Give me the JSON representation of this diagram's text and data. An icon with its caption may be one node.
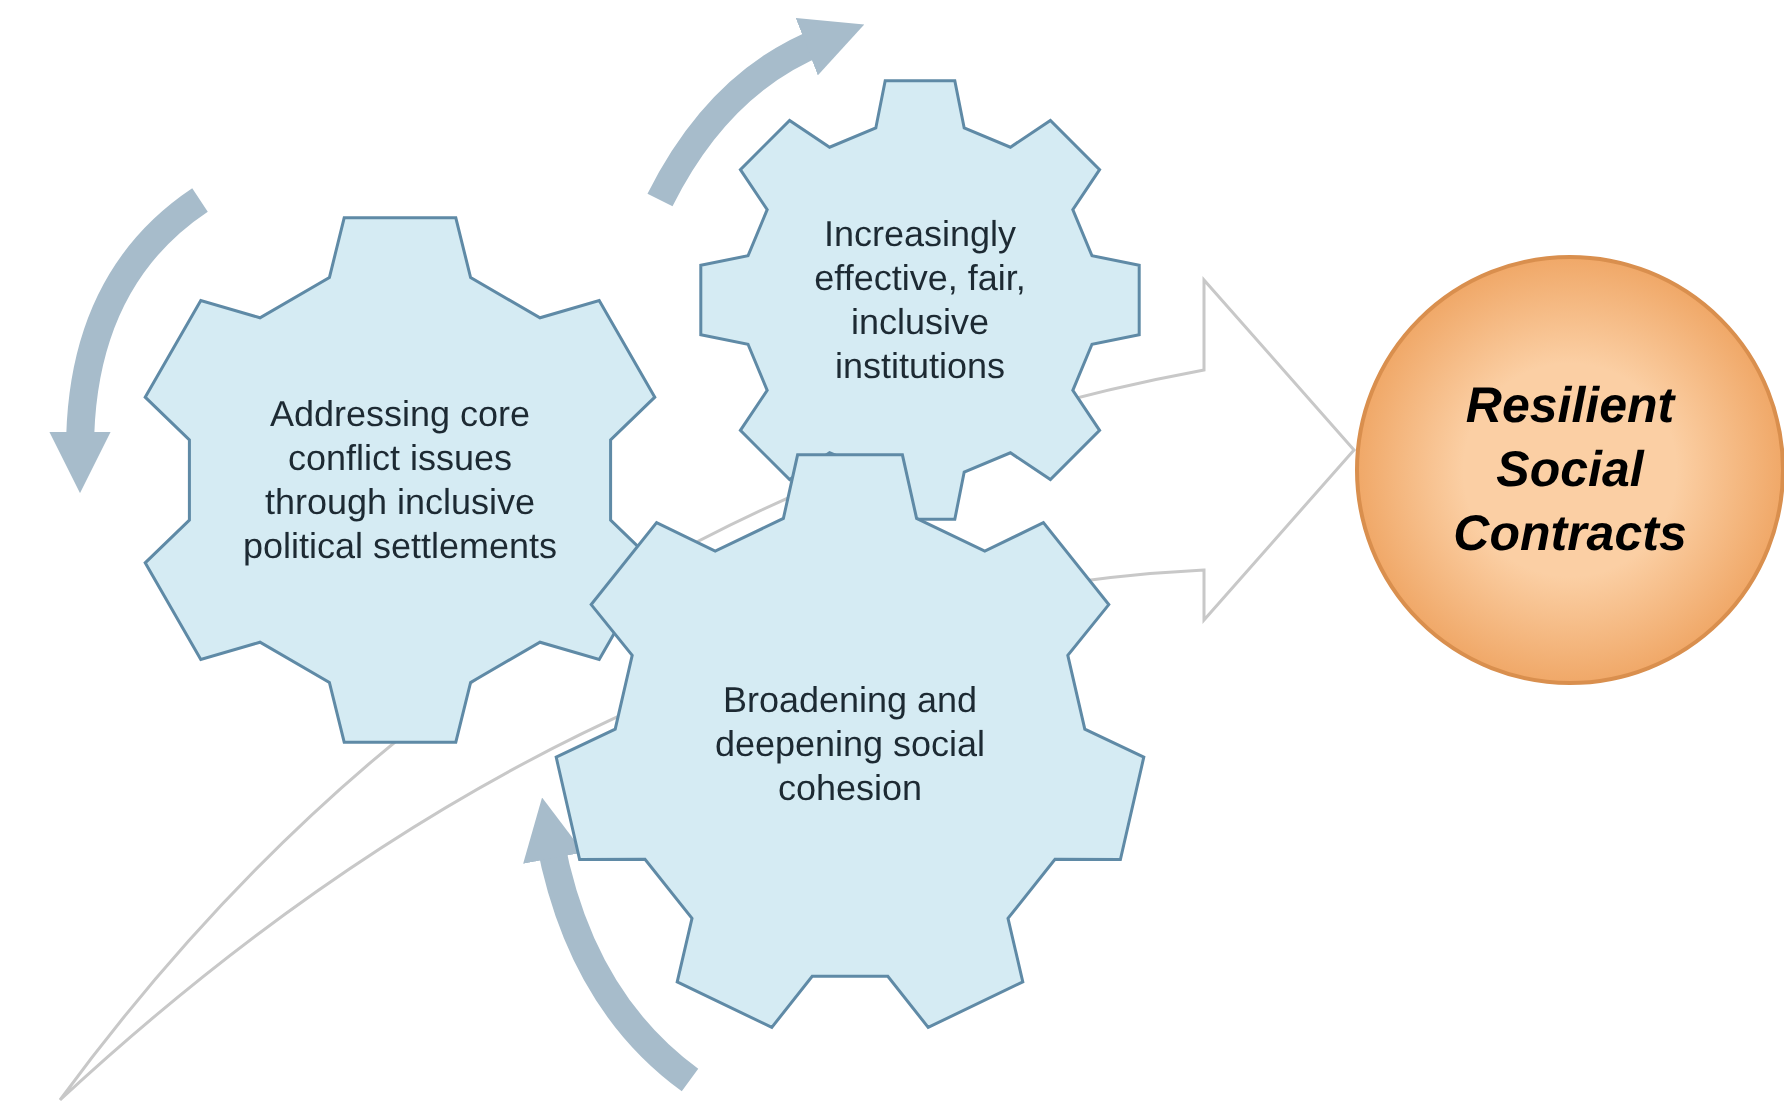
{
  "diagram": {
    "nodes": [
      {
        "text": [
          "Increasingly effective, fair, inclusive institutions"
        ]
      },
      {
        "text": [
          "Addressing core conflict issues through inclusive political settlements"
        ]
      },
      {
        "text": [
          "Broadening and deepening social cohesion"
        ]
      },
      {
        "text": [
          "Resilient Social Contracts"
        ]
      }
    ],
    "edges": [
      {
        "from": null,
        "to": 3,
        "arrow": "to"
      }
    ]
  }
}
